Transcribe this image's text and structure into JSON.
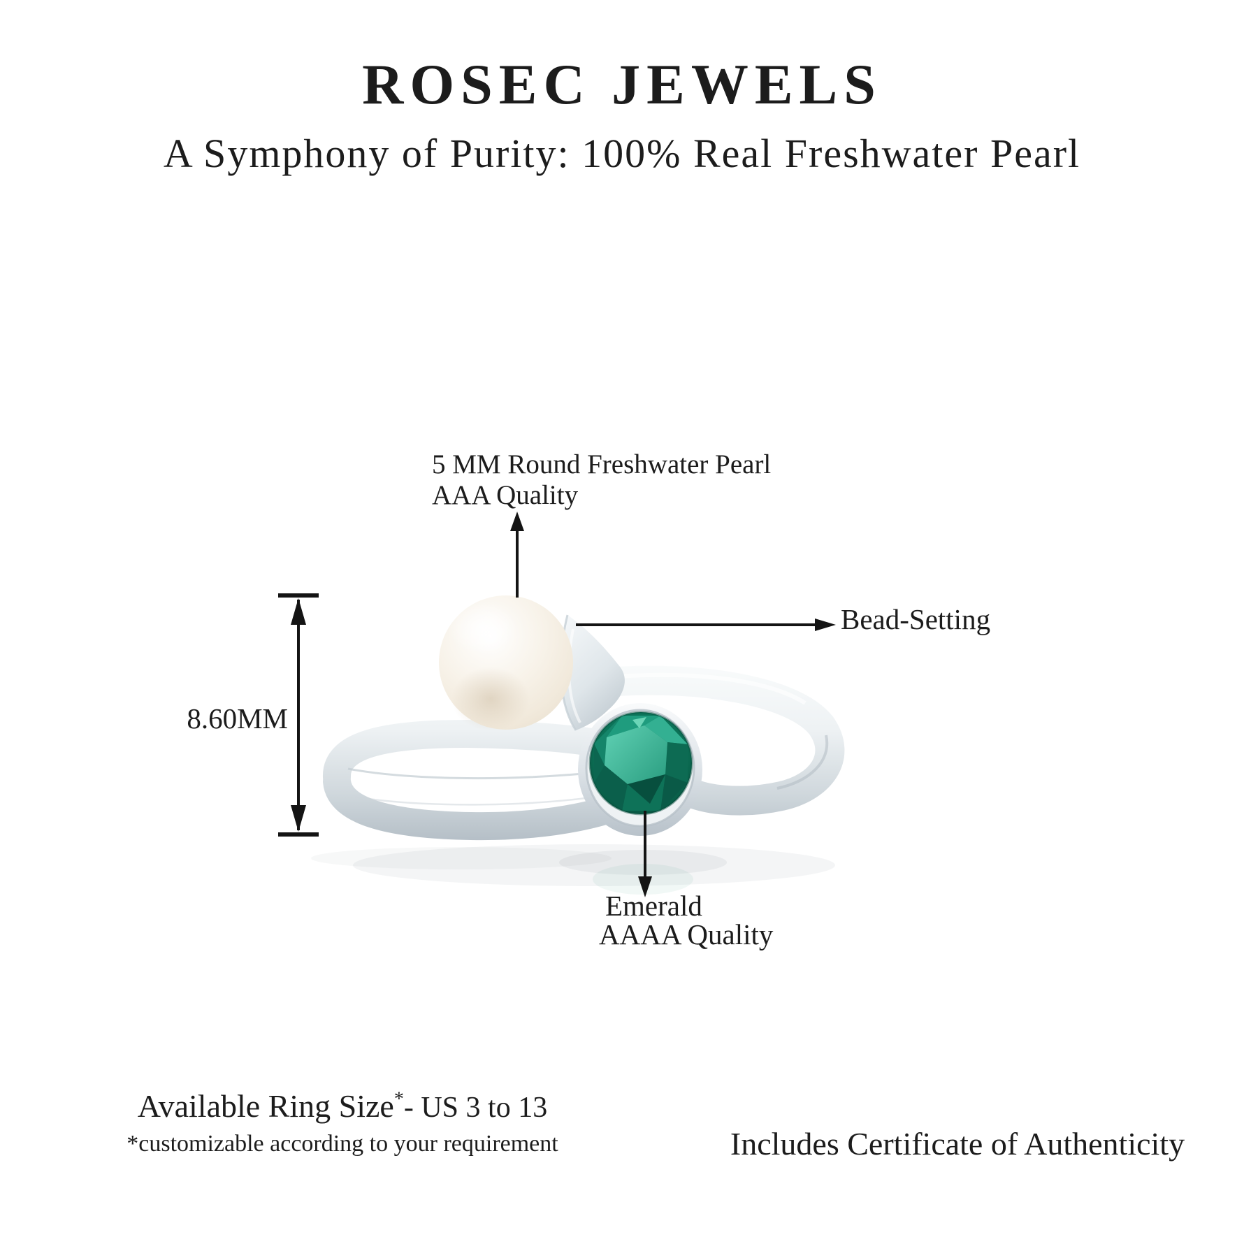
{
  "header": {
    "brand": "ROSEC JEWELS",
    "tagline": "A Symphony of Purity: 100% Real Freshwater Pearl"
  },
  "annotations": {
    "pearl": {
      "line1": "5 MM Round Freshwater Pearl",
      "line2": "AAA Quality"
    },
    "bead_setting": {
      "label": "Bead-Setting"
    },
    "dimension": {
      "label": "8.60MM"
    },
    "emerald": {
      "line1": "Emerald",
      "line2": "AAAA Quality"
    }
  },
  "footer": {
    "ring_size_prefix": "Available Ring Size",
    "ring_size_asterisk": "*",
    "ring_size_suffix": "- US 3 to 13",
    "customization_note": "*customizable according to your requirement",
    "certificate": "Includes Certificate of Authenticity"
  },
  "colors": {
    "text": "#1c1c1c",
    "annotation_line": "#141414",
    "emerald_light": "#5ecfb2",
    "emerald_mid": "#0f8a6c",
    "emerald_dark": "#064434",
    "pearl": "#f8f3ea",
    "metal_light": "#fbfdfd",
    "metal_mid": "#dde3e8",
    "metal_dark": "#b4bec6"
  }
}
